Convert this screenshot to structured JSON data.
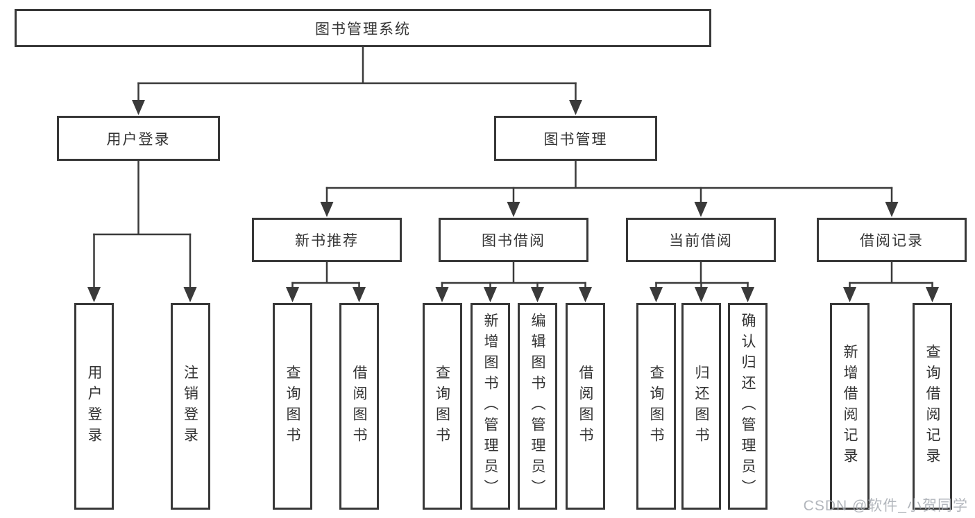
{
  "nodes": {
    "root": "图书管理系统",
    "user_login": "用户登录",
    "book_mgmt": "图书管理",
    "new_book_rec": "新书推荐",
    "book_borrow": "图书借阅",
    "current_borrow": "当前借阅",
    "borrow_record": "借阅记录",
    "leaf_user_login": "用户登录",
    "leaf_logout": "注销登录",
    "leaf_rec_query": "查询图书",
    "leaf_rec_borrow": "借阅图书",
    "leaf_bb_query": "查询图书",
    "leaf_bb_add": "新增图书（管理员）",
    "leaf_bb_edit": "编辑图书（管理员）",
    "leaf_bb_borrow": "借阅图书",
    "leaf_cb_query": "查询图书",
    "leaf_cb_return": "归还图书",
    "leaf_cb_confirm": "确认归还（管理员）",
    "leaf_br_add": "新增借阅记录",
    "leaf_br_query": "查询借阅记录"
  },
  "watermark": "CSDN @软件_小贺同学",
  "colors": {
    "line": "#3a3a3a",
    "box_border": "#383838",
    "text": "#333333",
    "watermark": "#a4a9b0"
  }
}
